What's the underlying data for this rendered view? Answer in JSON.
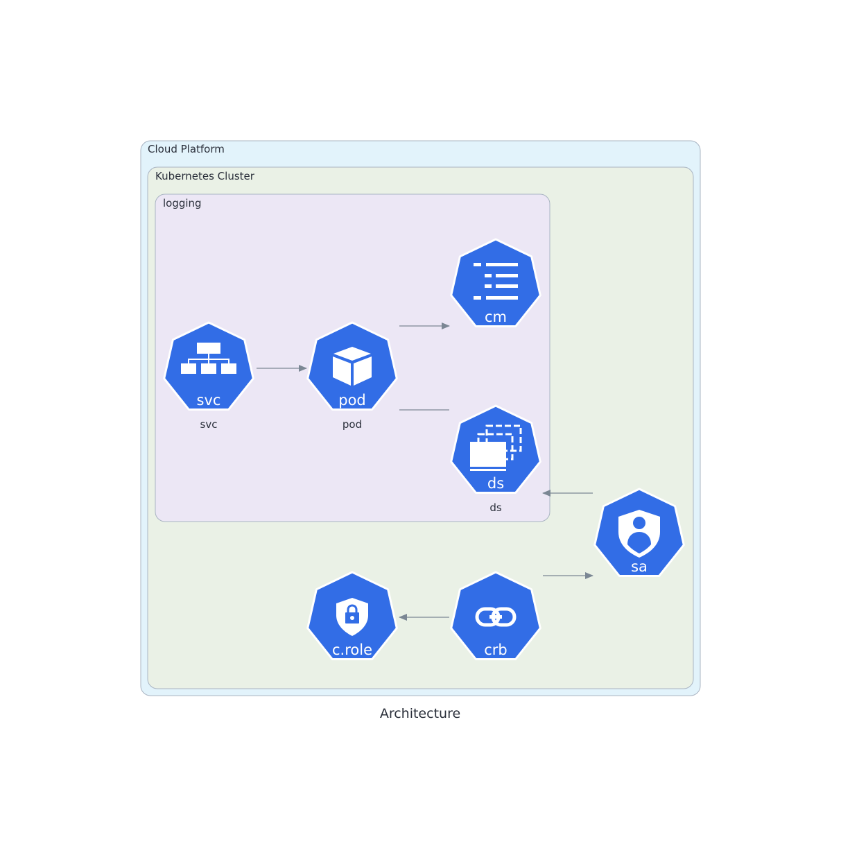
{
  "diagram": {
    "title": "Architecture",
    "clusters": {
      "cloud": {
        "label": "Cloud Platform",
        "fill": "#e2f3fb"
      },
      "cluster": {
        "label": "Kubernetes Cluster",
        "fill": "#eaf1e6"
      },
      "logging": {
        "label": "logging",
        "fill": "#ece7f5"
      }
    },
    "nodes": {
      "svc": {
        "label": "svc",
        "caption": "svc",
        "icon": "service-icon"
      },
      "pod": {
        "label": "pod",
        "caption": "pod",
        "icon": "pod-icon"
      },
      "cm": {
        "label": "cm",
        "icon": "configmap-icon"
      },
      "ds": {
        "label": "ds",
        "caption": "ds",
        "icon": "daemonset-icon"
      },
      "sa": {
        "label": "sa",
        "icon": "service-account-icon"
      },
      "crb": {
        "label": "crb",
        "icon": "cluster-role-binding-icon"
      },
      "crole": {
        "label": "c.role",
        "icon": "cluster-role-icon"
      }
    },
    "edges": [
      {
        "from": "svc",
        "to": "pod",
        "arrow": true
      },
      {
        "from": "pod",
        "to": "cm",
        "arrow": true
      },
      {
        "from": "pod",
        "to": "ds",
        "arrow": false
      },
      {
        "from": "sa",
        "to": "ds",
        "arrow": true
      },
      {
        "from": "crb",
        "to": "sa",
        "arrow": true
      },
      {
        "from": "crb",
        "to": "crole",
        "arrow": true
      }
    ],
    "colors": {
      "node_fill": "#326de6",
      "node_stroke": "#ffffff",
      "edge": "#7b8794",
      "cluster_border": "#a9b4c2"
    }
  }
}
